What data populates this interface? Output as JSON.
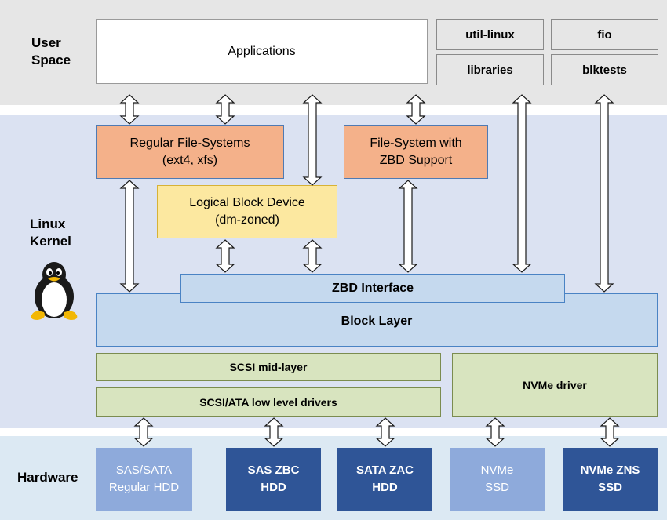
{
  "sections": {
    "user_space": "User\nSpace",
    "linux_kernel": "Linux\nKernel",
    "hardware": "Hardware"
  },
  "user_space": {
    "applications": "Applications",
    "util_linux": "util-linux",
    "fio": "fio",
    "libraries": "libraries",
    "blktests": "blktests"
  },
  "kernel": {
    "regular_fs": "Regular File-Systems\n(ext4, xfs)",
    "zbd_fs": "File-System with\nZBD Support",
    "logical_block_device": "Logical Block Device\n(dm-zoned)",
    "zbd_interface": "ZBD Interface",
    "block_layer": "Block Layer",
    "scsi_mid_layer": "SCSI mid-layer",
    "scsi_ata_drivers": "SCSI/ATA low level drivers",
    "nvme_driver": "NVMe driver"
  },
  "hardware": {
    "sas_sata_regular": "SAS/SATA\nRegular HDD",
    "sas_zbc": "SAS ZBC\nHDD",
    "sata_zac": "SATA ZAC\nHDD",
    "nvme_ssd": "NVMe\nSSD",
    "nvme_zns": "NVMe ZNS\nSSD"
  },
  "icons": {
    "mascot": "tux-penguin-icon",
    "connector": "double-arrow-icon"
  },
  "colors": {
    "user_band": "#e6e6e6",
    "kernel_band": "#dbe2f2",
    "hardware_band": "#dce9f3",
    "filesystem": "#f4b18a",
    "logical_block": "#fce8a0",
    "block_layer": "#c5d9ee",
    "scsi": "#d8e4bf",
    "hardware_light": "#8eaadb",
    "hardware_dark": "#2f5597"
  }
}
